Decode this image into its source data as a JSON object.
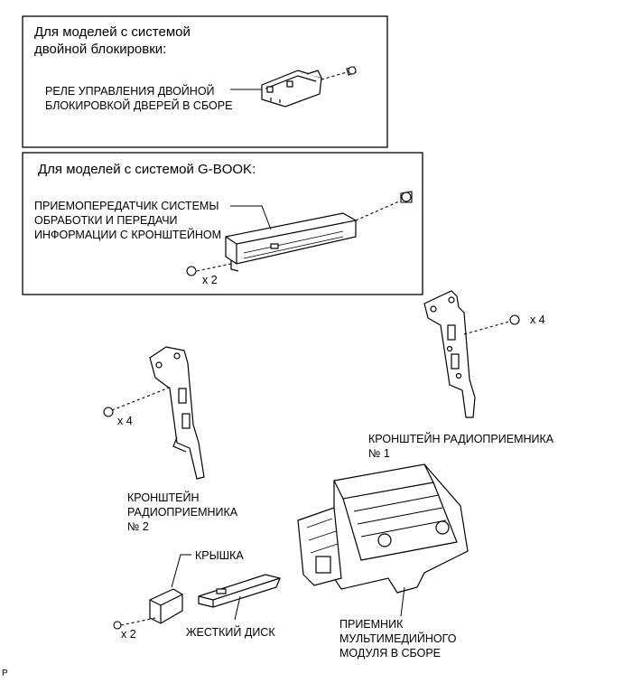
{
  "box1": {
    "header": [
      "Для моделей с системой",
      "двойной блокировки:"
    ],
    "relay_label": [
      "РЕЛЕ УПРАВЛЕНИЯ ДВОЙНОЙ",
      "БЛОКИРОВКОЙ ДВЕРЕЙ В СБОРЕ"
    ]
  },
  "box2": {
    "header": "Для моделей с системой G-BOOK:",
    "transceiver_label": [
      "ПРИЕМОПЕРЕДАТЧИК СИСТЕМЫ",
      "ОБРАБОТКИ И ПЕРЕДАЧИ",
      "ИНФОРМАЦИИ С КРОНШТЕЙНОМ"
    ],
    "qty": "x 2"
  },
  "bracket1": {
    "label": [
      "КРОНШТЕЙН РАДИОПРИЕМНИКА",
      "№ 1"
    ],
    "qty": "x 4"
  },
  "bracket2": {
    "label": [
      "КРОНШТЕЙН",
      "РАДИОПРИЕМНИКА",
      "№ 2"
    ],
    "qty": "x 4"
  },
  "cover": {
    "label": "КРЫШКА",
    "qty": "x 2"
  },
  "hdd": {
    "label": "ЖЕСТКИЙ ДИСК"
  },
  "receiver": {
    "label": [
      "ПРИЕМНИК",
      "МУЛЬТИМЕДИЙНОГО",
      "МОДУЛЯ В СБОРЕ"
    ]
  },
  "corner_mark": "P"
}
